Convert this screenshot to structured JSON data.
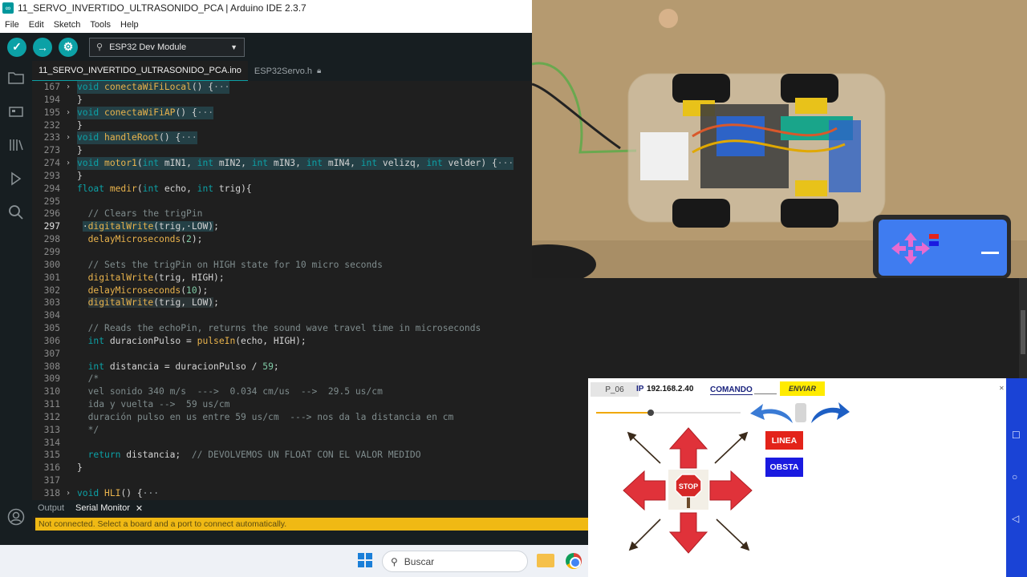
{
  "window": {
    "title": "11_SERVO_INVERTIDO_ULTRASONIDO_PCA | Arduino IDE 2.3.7"
  },
  "menu": [
    "File",
    "Edit",
    "Sketch",
    "Tools",
    "Help"
  ],
  "toolbar": {
    "board": "ESP32 Dev Module"
  },
  "tabs": [
    {
      "label": "11_SERVO_INVERTIDO_ULTRASONIDO_PCA.ino"
    },
    {
      "label": "ESP32Servo.h"
    }
  ],
  "code_lines": [
    {
      "num": "167",
      "fold": "›",
      "hl": true,
      "html": "<span class='kw'>void</span> <span class='fn'>conectaWiFiLocal</span>() {<span class='el'>···</span>"
    },
    {
      "num": "194",
      "html": "}"
    },
    {
      "num": "195",
      "fold": "›",
      "hl": true,
      "html": "<span class='kw'>void</span> <span class='fn'>conectaWiFiAP</span>() {<span class='el'>···</span>"
    },
    {
      "num": "232",
      "html": "}"
    },
    {
      "num": "233",
      "fold": "›",
      "hl": true,
      "html": "<span class='kw'>void</span> <span class='fn'>handleRoot</span>() {<span class='el'>···</span>"
    },
    {
      "num": "273",
      "html": "}"
    },
    {
      "num": "274",
      "fold": "›",
      "hl": true,
      "html": "<span class='kw'>void</span> <span class='fn'>motor1</span>(<span class='kw'>int</span> mIN1, <span class='kw'>int</span> mIN2, <span class='kw'>int</span> mIN3, <span class='kw'>int</span> mIN4, <span class='kw'>int</span> velizq, <span class='kw'>int</span> velder) {<span class='el'>···</span>"
    },
    {
      "num": "293",
      "html": "}"
    },
    {
      "num": "294",
      "html": "<span class='kw'>float</span> <span class='fn'>medir</span>(<span class='kw'>int</span> echo, <span class='kw'>int</span> trig){"
    },
    {
      "num": "295",
      "html": ""
    },
    {
      "num": "296",
      "html": "  <span class='cm'>// Clears the trigPin</span>"
    },
    {
      "num": "297",
      "cur": true,
      "html": " <span style='background:#244046'>·<span class='fn'>digitalWrite</span>(trig,·LOW)</span>;"
    },
    {
      "num": "298",
      "html": "  <span class='fn'>delayMicroseconds</span>(<span class='nm'>2</span>);"
    },
    {
      "num": "299",
      "html": ""
    },
    {
      "num": "300",
      "html": "  <span class='cm'>// Sets the trigPin on HIGH state for 10 micro seconds</span>"
    },
    {
      "num": "301",
      "html": "  <span class='fn'>digitalWrite</span>(trig, HIGH);"
    },
    {
      "num": "302",
      "html": "  <span class='fn'>delayMicroseconds</span>(<span class='nm'>10</span>);"
    },
    {
      "num": "303",
      "html": "  <span style='background:#2b3436'><span class='fn'>digitalWrite</span>(trig, LOW)</span>;"
    },
    {
      "num": "304",
      "html": ""
    },
    {
      "num": "305",
      "html": "  <span class='cm'>// Reads the echoPin, returns the sound wave travel time in microseconds</span>"
    },
    {
      "num": "306",
      "html": "  <span class='kw'>int</span> duracionPulso = <span class='fn'>pulseIn</span>(echo, HIGH);"
    },
    {
      "num": "307",
      "html": ""
    },
    {
      "num": "308",
      "html": "  <span class='kw'>int</span> distancia = duracionPulso / <span class='nm'>59</span>;"
    },
    {
      "num": "309",
      "html": "  <span class='cm'>/*</span>"
    },
    {
      "num": "310",
      "html": "  <span class='cm'>vel sonido 340 m/s  ---&gt;  0.034 cm/us  --&gt;  29.5 us/cm</span>"
    },
    {
      "num": "311",
      "html": "  <span class='cm'>ida y vuelta --&gt;  59 us/cm</span>"
    },
    {
      "num": "312",
      "html": "  <span class='cm'>duración pulso en us entre 59 us/cm  ---&gt; nos da la distancia en cm</span>"
    },
    {
      "num": "313",
      "html": "  <span class='cm'>*/</span>"
    },
    {
      "num": "314",
      "html": ""
    },
    {
      "num": "315",
      "html": "  <span class='kw'>return</span> distancia;  <span class='cm'>// DEVOLVEMOS UN FLOAT CON EL VALOR MEDIDO</span>"
    },
    {
      "num": "316",
      "html": "}"
    },
    {
      "num": "317",
      "html": ""
    },
    {
      "num": "318",
      "fold": "›",
      "html": "<span class='kw'>void</span> <span class='fn'>HLI</span>() {<span class='el'>···</span>"
    }
  ],
  "panel": {
    "tabs": [
      "Output",
      "Serial Monitor"
    ],
    "status_message": "Not connected. Select a board and a port to connect automatically."
  },
  "taskbar": {
    "search_placeholder": "Buscar"
  },
  "app": {
    "id_label": "P_06",
    "ip_label": "IP",
    "ip_value": "192.168.2.40",
    "command_label": "COMANDO",
    "send_button": "ENVIAR",
    "line_button": "LINEA",
    "obstacle_button": "OBSTA",
    "slider_value": 0.38,
    "stop_label": "STOP"
  },
  "colors": {
    "accent": "#0CA1A6",
    "warning_bar": "#F0B914",
    "app_arrow_red": "#E0323A",
    "app_line_btn": "#E3231A",
    "app_obsta_btn": "#1A1AE0",
    "app_send_btn": "#FFEB00"
  }
}
